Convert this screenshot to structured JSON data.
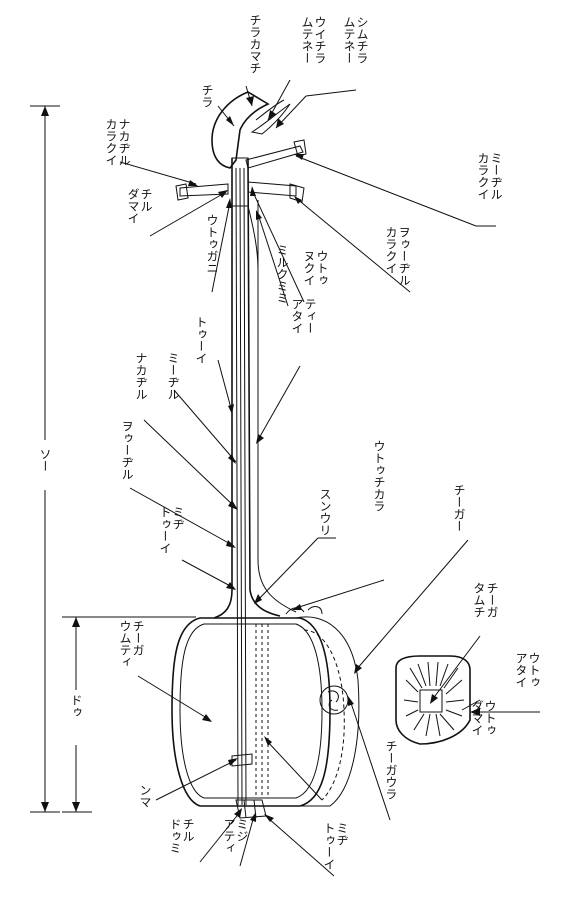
{
  "labels": {
    "chikamachi": "チラカマチ",
    "uichira_mutine": "ウイチラ\nムテネー",
    "shimuchira_mutine": "シムチラ\nムテネー",
    "chira": "チラ",
    "nakajiru_karakui": "ナカヂル\nカラクイ",
    "mijiru_karakui": "ミーヂル\nカラクイ",
    "chiru_damai": "チル\nダマイ",
    "utogani": "ウトゥガニ",
    "wojiru_karakui": "ヲゥーヂル\nカラクイ",
    "uto_nukui": "ウトゥ\nヌクイ",
    "mirukumimi": "ミルクミミ",
    "tii_atai": "ティー\nアタイ",
    "touui": "トゥーイ",
    "mijiru": "ミーヂル",
    "nakajiru": "ナカヂル",
    "wojiru": "ヲゥーヂル",
    "migi_touui": "ミヂ\nトゥーイ",
    "so": "ソー",
    "sunuri": "スンウリ",
    "utouchikara": "ウトゥチカラ",
    "chiga": "チーガー",
    "chiga_damuchi": "チーガ\nタムチ",
    "chiga_umuti": "チーガ\nウムティ",
    "utou_atai": "ウトゥ\nアタイ",
    "do": "ドゥ",
    "utou_damai": "ウトゥ\nダマイ",
    "chigaura": "チーガウラ",
    "numa": "ンマ",
    "chiru_doumi": "チル\nドゥミ",
    "miji_ati": "ミジ\nアティ",
    "miji_touui": "ミヂ\nトゥーイ"
  }
}
